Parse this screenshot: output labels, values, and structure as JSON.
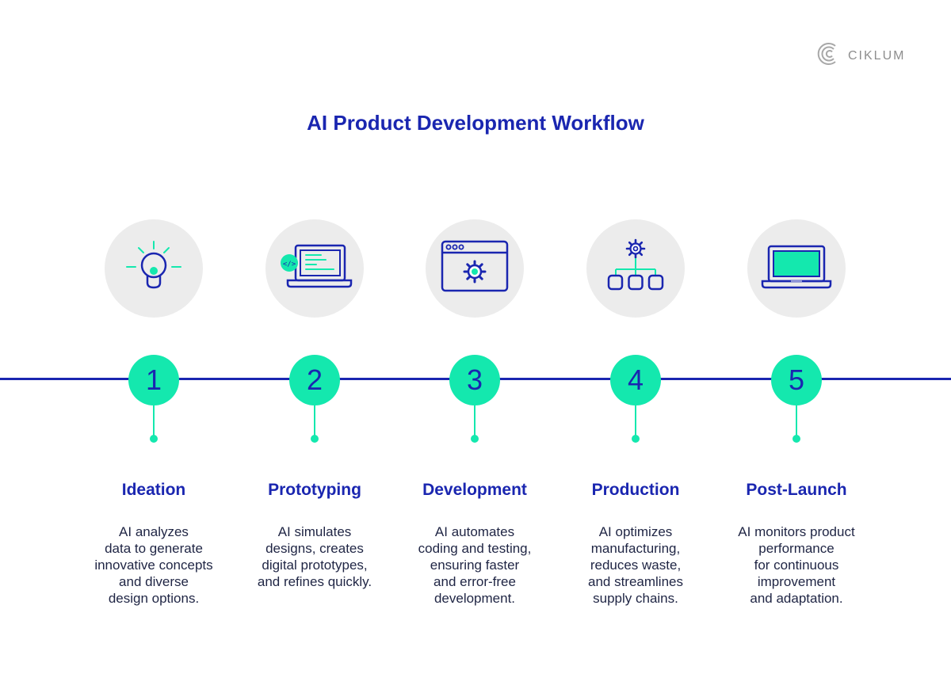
{
  "brand": {
    "logo_text": "CIKLUM"
  },
  "title": "AI Product Development Workflow",
  "colors": {
    "accent": "#14e8ae",
    "primary": "#1a26b0",
    "circle_bg": "#ececec"
  },
  "steps": [
    {
      "number": "1",
      "title": "Ideation",
      "icon": "lightbulb-icon",
      "description": "AI analyzes\ndata to generate\ninnovative concepts\nand diverse\ndesign options."
    },
    {
      "number": "2",
      "title": "Prototyping",
      "icon": "laptop-code-icon",
      "description": "AI simulates\ndesigns, creates\ndigital prototypes,\nand refines quickly."
    },
    {
      "number": "3",
      "title": "Development",
      "icon": "browser-gear-icon",
      "description": "AI automates\ncoding and testing,\nensuring faster\nand error-free\ndevelopment."
    },
    {
      "number": "4",
      "title": "Production",
      "icon": "gear-hierarchy-icon",
      "description": "AI optimizes\nmanufacturing,\nreduces waste,\nand streamlines\nsupply chains."
    },
    {
      "number": "5",
      "title": "Post-Launch",
      "icon": "laptop-icon",
      "description": "AI monitors product\nperformance\nfor continuous\nimprovement\nand adaptation."
    }
  ]
}
